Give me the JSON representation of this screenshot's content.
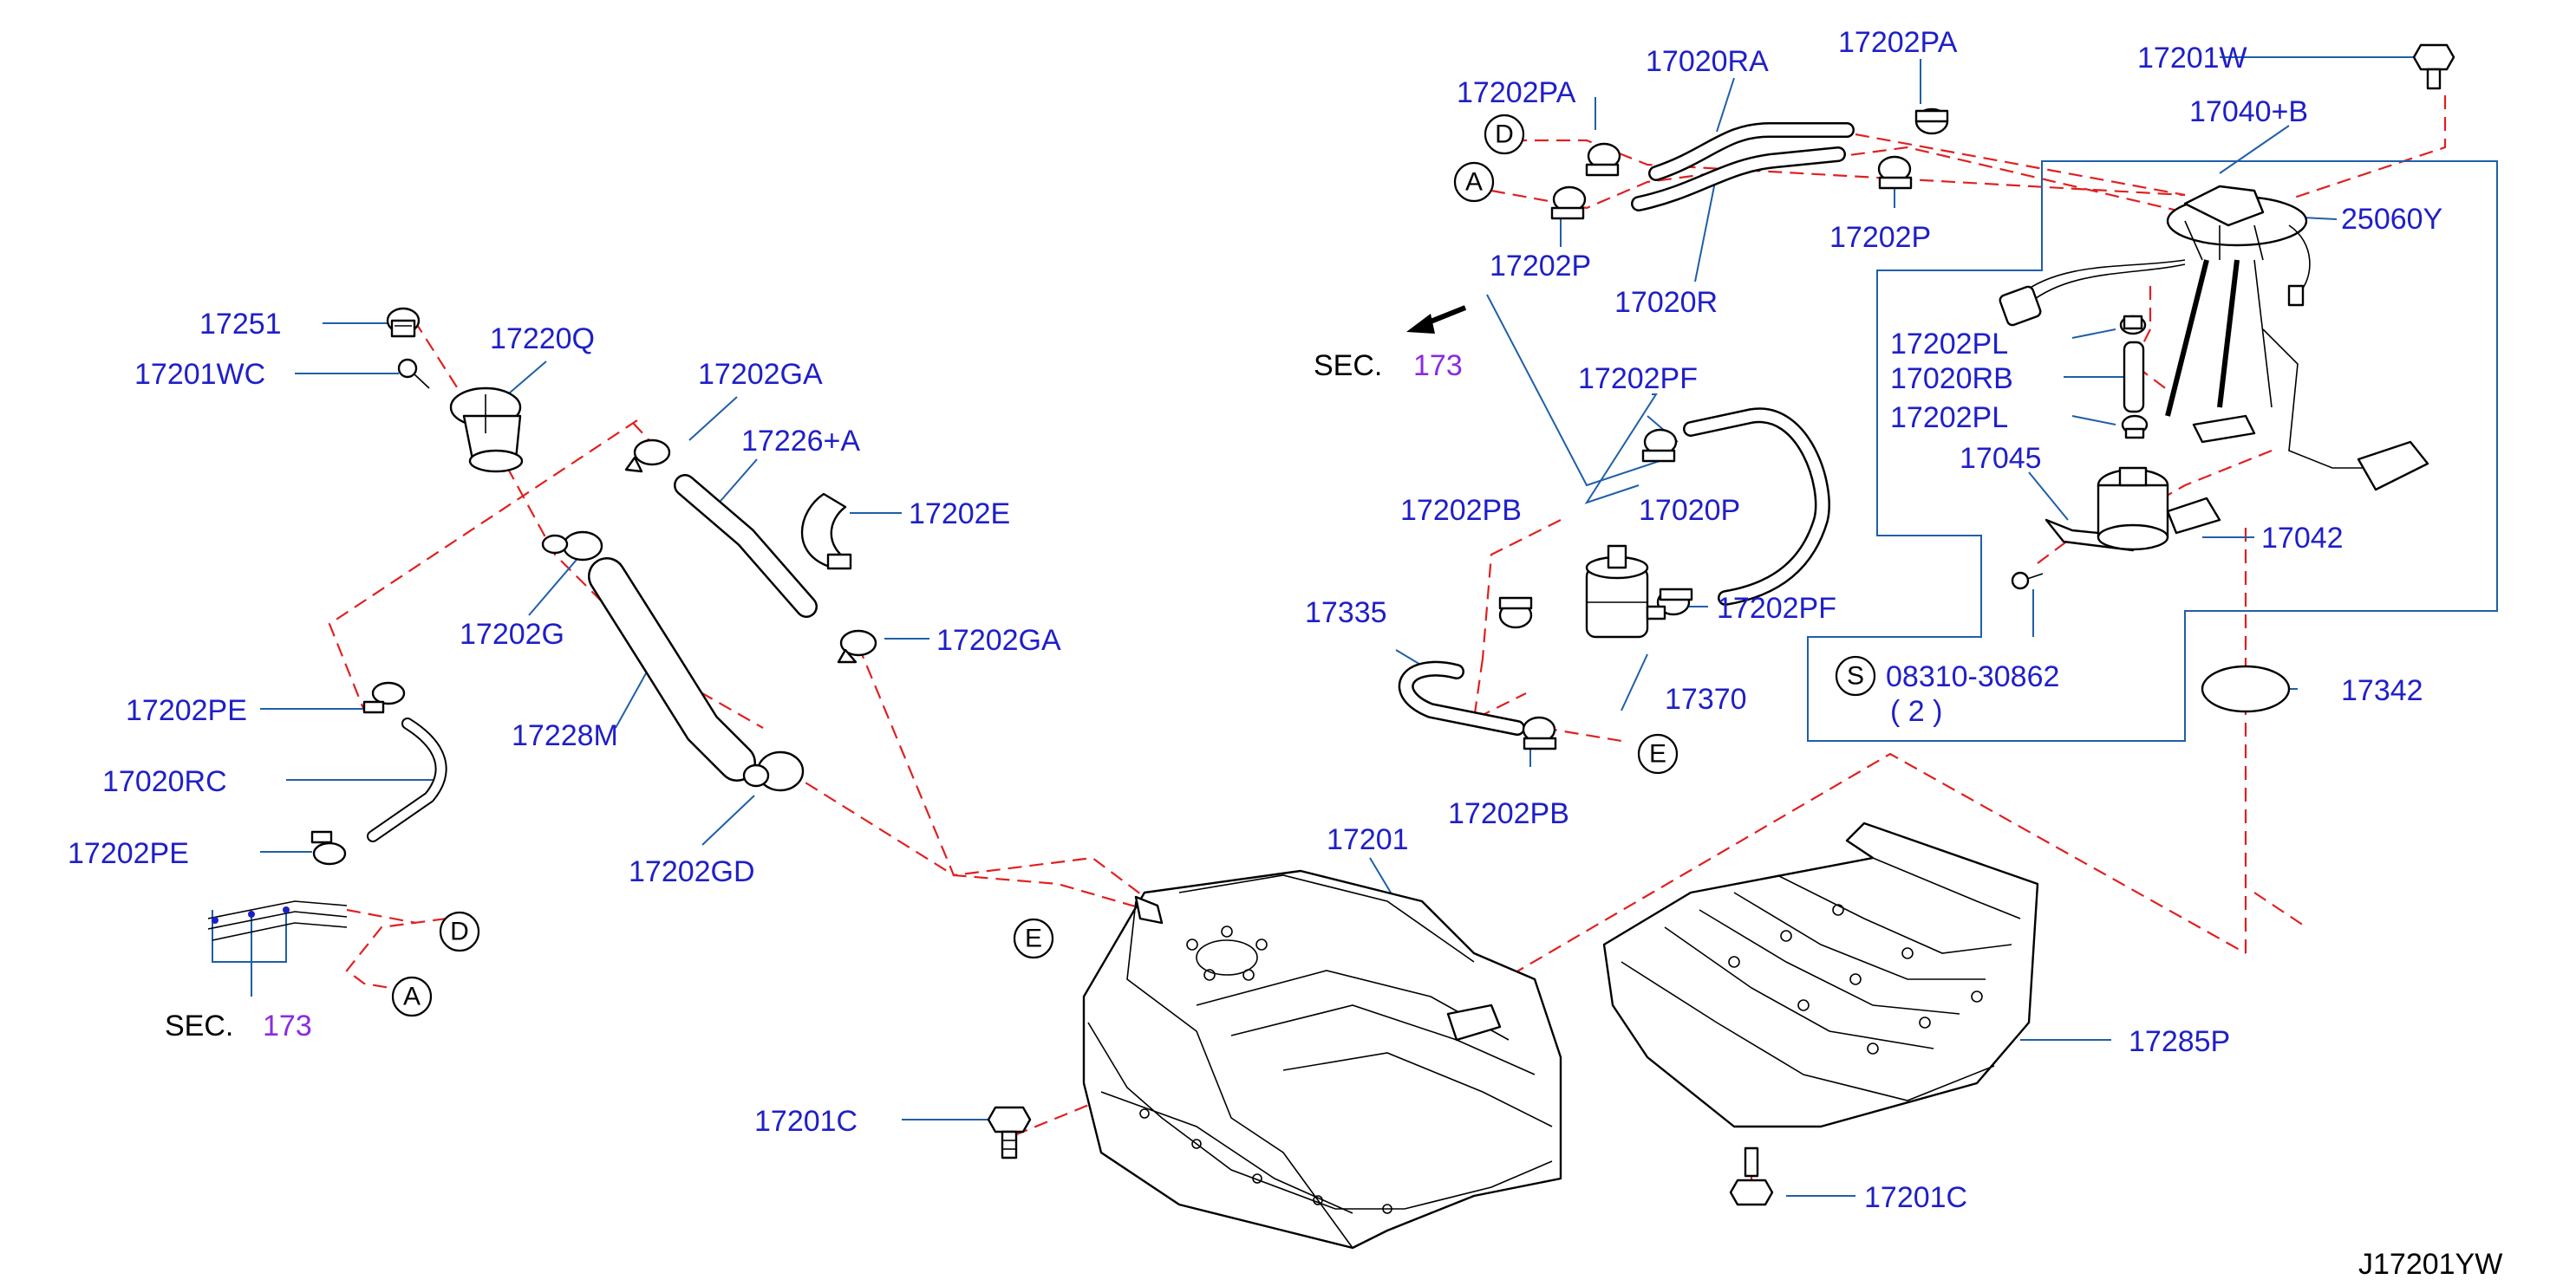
{
  "diagram_code": "J17201YW",
  "sec_labels": [
    {
      "text": "SEC.",
      "ref": "173"
    },
    {
      "text": "SEC.",
      "ref": "173"
    }
  ],
  "refs": [
    "A",
    "D",
    "A",
    "D",
    "E",
    "E",
    "S"
  ],
  "parts": {
    "p17251": "17251",
    "p17201WC": "17201WC",
    "p17220Q": "17220Q",
    "p17202GA_1": "17202GA",
    "p17226A": "17226+A",
    "p17202E": "17202E",
    "p17202GA_2": "17202GA",
    "p17202G": "17202G",
    "p17228M": "17228M",
    "p17202GD": "17202GD",
    "p17202PE_1": "17202PE",
    "p17020RC": "17020RC",
    "p17202PE_2": "17202PE",
    "p17201": "17201",
    "p17201C_1": "17201C",
    "p17201C_2": "17201C",
    "p17285P": "17285P",
    "p17202PA_1": "17202PA",
    "p17020RA": "17020RA",
    "p17202PA_2": "17202PA",
    "p17202P_1": "17202P",
    "p17020R": "17020R",
    "p17202P_2": "17202P",
    "p17202PF_1": "17202PF",
    "p17020P": "17020P",
    "p17202PB_1": "17202PB",
    "p17335": "17335",
    "p17370": "17370",
    "p17202PF_2": "17202PF",
    "p17202PB_2": "17202PB",
    "p17201W": "17201W",
    "p17040B": "17040+B",
    "p25060Y": "25060Y",
    "p17202PL_1": "17202PL",
    "p17020RB": "17020RB",
    "p17202PL_2": "17202PL",
    "p17045": "17045",
    "p17042": "17042",
    "p08310": "08310-30862",
    "p08310_qty": "( 2 )",
    "p17342": "17342"
  }
}
